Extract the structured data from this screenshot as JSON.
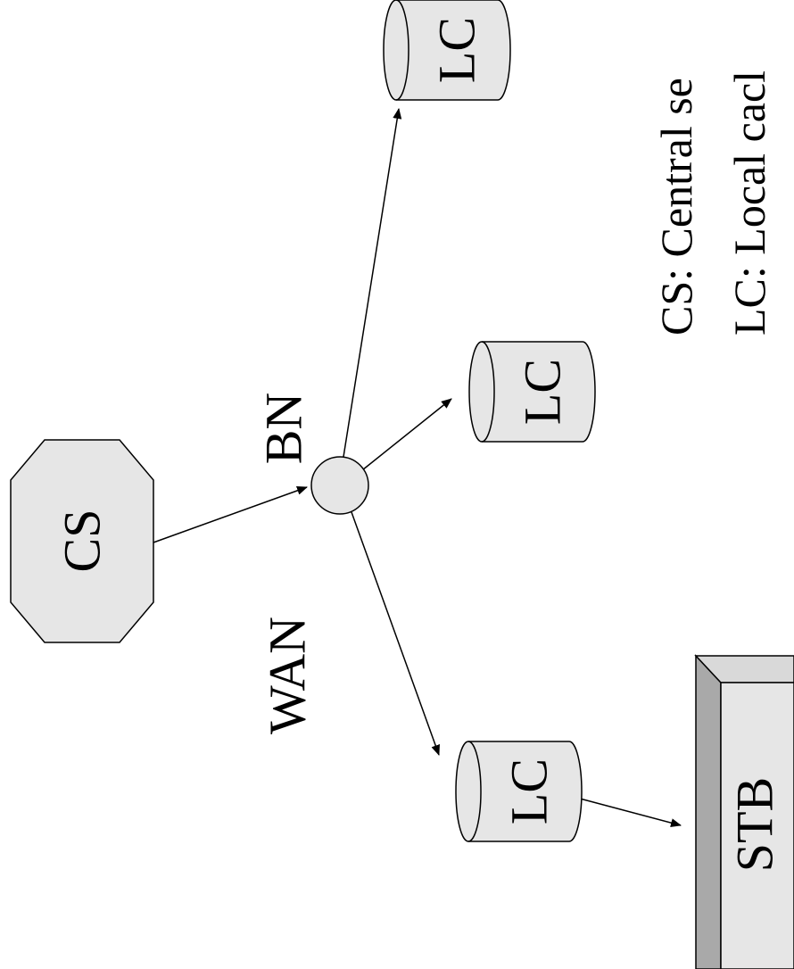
{
  "nodes": {
    "cs": "CS",
    "bn": "BN",
    "lc_top": "LC",
    "lc_middle": "LC",
    "lc_bottom": "LC",
    "stb": "STB"
  },
  "labels": {
    "wan": "WAN"
  },
  "legend": {
    "cs_line": "CS: Central se",
    "lc_line": "LC: Local cacl"
  },
  "colors": {
    "node_fill": "#e6e6e6",
    "stb_side": "#a9a9a9",
    "stroke": "#000000"
  }
}
